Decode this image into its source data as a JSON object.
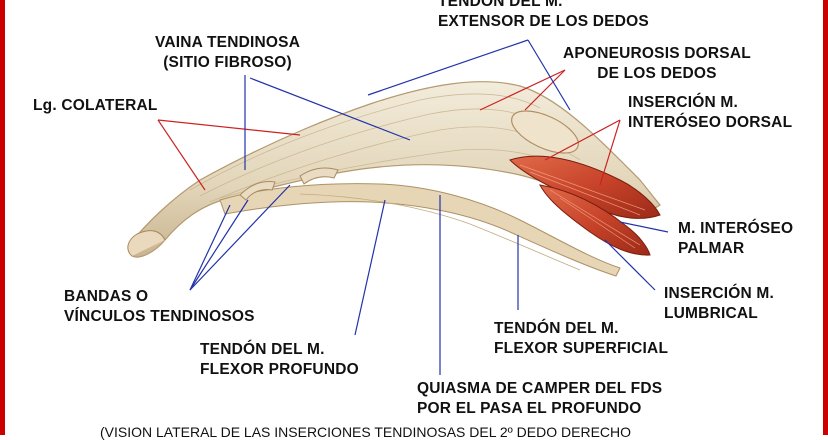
{
  "colors": {
    "frame": "#cc0000",
    "leader_red": "#cc2222",
    "leader_blue": "#2233aa",
    "tendon": "#e8ddc6",
    "muscle": "#c8442a"
  },
  "labels": {
    "extensor": [
      "TENDÓN DEL M.",
      "EXTENSOR DE LOS DEDOS"
    ],
    "vaina": [
      "VAINA TENDINOSA",
      "(SITIO FIBROSO)"
    ],
    "aponeurosis": [
      "APONEUROSIS DORSAL",
      "DE LOS DEDOS"
    ],
    "colateral": [
      "Lg. COLATERAL"
    ],
    "dorsal_interosseous": [
      "INSERCIÓN M.",
      "INTERÓSEO DORSAL"
    ],
    "palmar_interosseous": [
      "M. INTERÓSEO",
      "PALMAR"
    ],
    "bandas": [
      "BANDAS O",
      "VÍNCULOS TENDINOSOS"
    ],
    "lumbrical": [
      "INSERCIÓN M.",
      "LUMBRICAL"
    ],
    "flexor_superficial": [
      "TENDÓN DEL M.",
      "FLEXOR SUPERFICIAL"
    ],
    "flexor_profundo": [
      "TENDÓN DEL M.",
      "FLEXOR PROFUNDO"
    ],
    "quiasma": [
      "QUIASMA DE CAMPER DEL FDS",
      "POR EL PASA EL PROFUNDO"
    ]
  },
  "caption": "(VISION LATERAL DE LAS INSERCIONES TENDINOSAS DEL 2º DEDO DERECHO"
}
